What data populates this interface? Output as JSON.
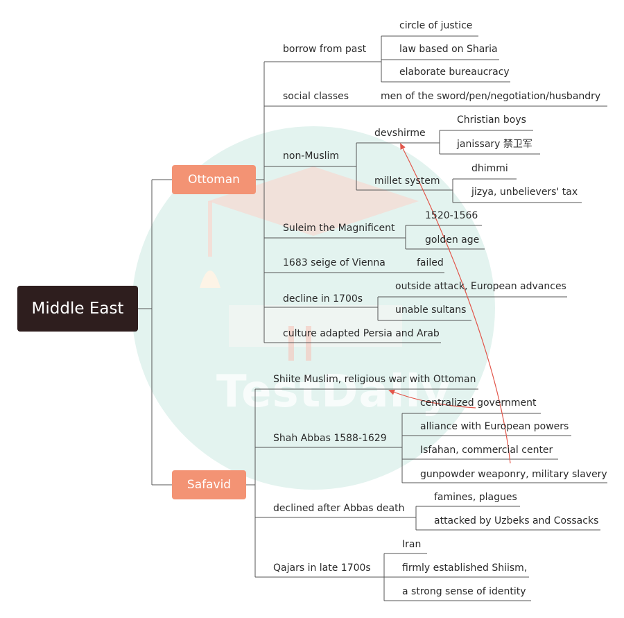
{
  "root": {
    "label": "Middle East"
  },
  "branches": {
    "ottoman": {
      "label": "Ottoman",
      "borrow": {
        "label": "borrow from past",
        "items": [
          "circle of justice",
          "law based on Sharia",
          "elaborate bureaucracy"
        ]
      },
      "social": {
        "label": "social classes",
        "detail": "men of the sword/pen/negotiation/husbandry"
      },
      "nonmuslim": {
        "label": "non-Muslim",
        "devshirme": {
          "label": "devshirme",
          "items": [
            "Christian boys",
            "janissary 禁卫军"
          ]
        },
        "millet": {
          "label": "millet system",
          "items": [
            "dhimmi",
            "jizya, unbelievers' tax"
          ]
        }
      },
      "suleim": {
        "label": "Suleim the Magnificent",
        "items": [
          "1520-1566",
          "golden age"
        ]
      },
      "vienna": {
        "label": "1683 seige of Vienna",
        "detail": "failed"
      },
      "decline": {
        "label": "decline in 1700s",
        "items": [
          "outside attack, European advances",
          "unable sultans"
        ]
      },
      "culture": {
        "label": "culture adapted Persia and Arab"
      }
    },
    "safavid": {
      "label": "Safavid",
      "shiite": {
        "label": "Shiite Muslim, religious war with Ottoman"
      },
      "abbas": {
        "label": "Shah Abbas 1588-1629",
        "items": [
          "centralized government",
          "alliance with European powers",
          "Isfahan, commercial center",
          "gunpowder weaponry, military slavery"
        ]
      },
      "declined": {
        "label": "declined after Abbas death",
        "items": [
          "famines, plagues",
          "attacked by Uzbeks and Cossacks"
        ]
      },
      "qajars": {
        "label": "Qajars in late 1700s",
        "items": [
          "Iran",
          "firmly established Shiism,",
          "a strong sense of identity"
        ]
      }
    }
  },
  "watermark": {
    "text": "TestDaily"
  },
  "colors": {
    "root": "#2e1e1e",
    "main": "#f39374",
    "line": "#555555",
    "relation": "#e2564b",
    "watermark_circle": "#e3f3ef"
  }
}
